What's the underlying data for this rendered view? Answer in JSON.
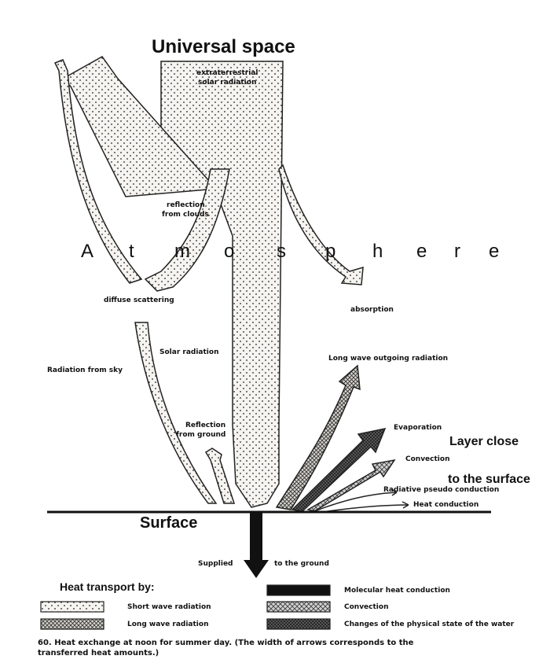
{
  "title": "Universal space",
  "labels": {
    "extraterrestrial": "extraterrestrial",
    "solar_radiation_top": "solar radiation",
    "reflection_clouds_1": "reflection",
    "reflection_clouds_2": "from clouds",
    "atmosphere_letters": [
      "A",
      "t",
      "m",
      "o",
      "s",
      "p",
      "h",
      "e",
      "r",
      "e"
    ],
    "diffuse_scattering": "diffuse scattering",
    "absorption": "absorption",
    "solar_radiation": "Solar radiation",
    "radiation_from_sky": "Radiation from sky",
    "long_wave_outgoing": "Long wave outgoing radiation",
    "reflection_ground_1": "Reflection",
    "reflection_ground_2": "from ground",
    "evaporation": "Evaporation",
    "layer_close": "Layer close",
    "convection": "Convection",
    "to_the_surface": "to the surface",
    "radiative_pseudo": "Radiative pseudo conduction",
    "heat_conduction": "Heat conduction",
    "surface": "Surface",
    "supplied": "Supplied",
    "to_the_ground": "to the ground"
  },
  "legend": {
    "title": "Heat transport by:",
    "items": [
      {
        "label": "Short wave radiation",
        "pattern": "dots"
      },
      {
        "label": "Long wave radiation",
        "pattern": "crosshatch"
      },
      {
        "label": "Molecular heat conduction",
        "pattern": "solid"
      },
      {
        "label": "Convection",
        "pattern": "lattice"
      },
      {
        "label": "Changes of the physical state of the water",
        "pattern": "darkhatch"
      }
    ]
  },
  "caption": {
    "line1": "60. Heat exchange at noon for summer day. (The width of arrows corresponds to the",
    "line2": "transferred heat amounts.)"
  }
}
